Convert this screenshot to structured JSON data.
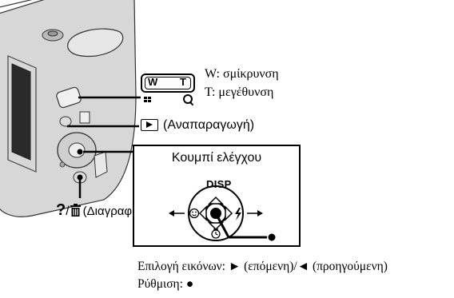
{
  "zoom_lever": {
    "w_key": "W",
    "t_key": "T"
  },
  "zoom_labels": {
    "w_label": "W: σμίκρυνση",
    "t_label": "T: μεγέθυνση"
  },
  "playback": {
    "label": "(Αναπαραγωγή)"
  },
  "delete": {
    "question": "?",
    "slash": "/",
    "label": "(Διαγραφή)"
  },
  "control": {
    "title": "Κουμπί ελέγχου",
    "disp": "DISP"
  },
  "captions": {
    "line1": "Επιλογή εικόνων: ► (επόμενη)/◄ (προηγούμενη)",
    "line2": "Ρύθμιση: ●"
  }
}
